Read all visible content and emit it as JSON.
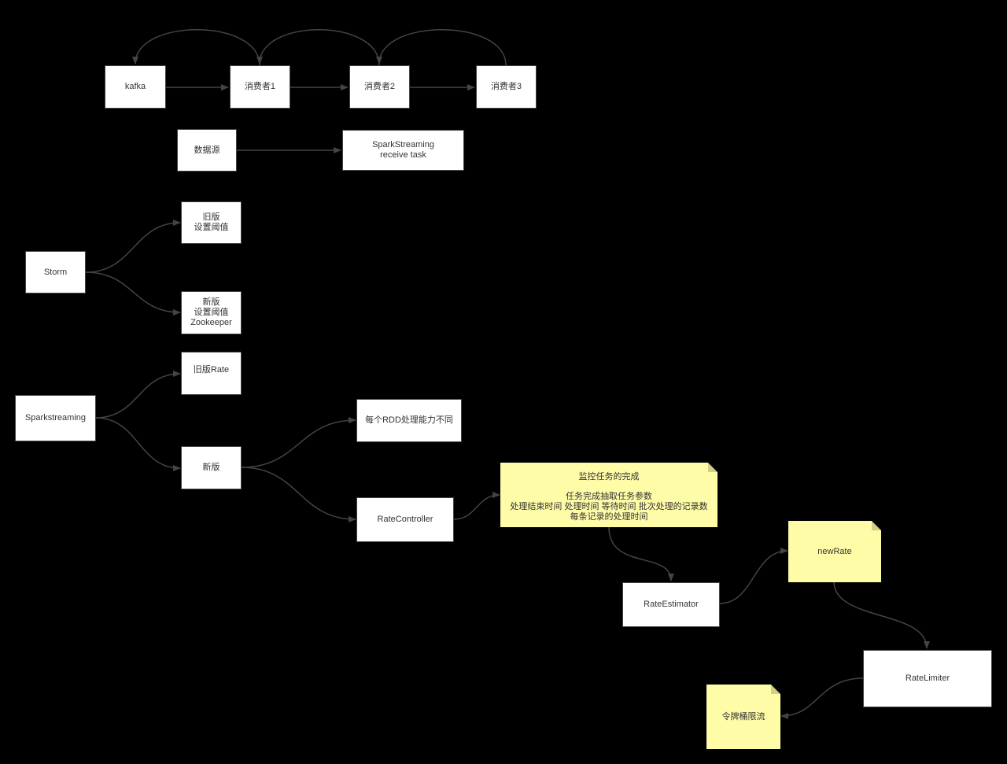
{
  "nodes": {
    "kafka": "kafka",
    "consumer1": "消费者1",
    "consumer2": "消费者2",
    "consumer3": "消费者3",
    "datasource": "数据源",
    "spark_receive": {
      "line1": "SparkStreaming",
      "line2": "receive task"
    },
    "storm": "Storm",
    "storm_old": {
      "line1": "旧版",
      "line2": "设置阈值"
    },
    "storm_new": {
      "line1": "新版",
      "line2": "设置阈值",
      "line3": "Zookeeper"
    },
    "sparkstreaming": "Sparkstreaming",
    "spark_old": "旧版Rate",
    "spark_new": "新版",
    "rdd_capacity": "每个RDD处理能力不同",
    "rate_controller": "RateController",
    "monitor_note": {
      "title": "监控任务的完成",
      "line1": "任务完成抽取任务参数",
      "line2": "处理结束时间  处理时间   等待时间 批次处理的记录数",
      "line3": "每条记录的处理时间"
    },
    "rate_estimator": "RateEstimator",
    "new_rate": "newRate",
    "rate_limiter": "RateLimiter",
    "token_bucket": "令牌桶限流"
  },
  "colors": {
    "background": "#000000",
    "box_fill": "#ffffff",
    "note_fill": "#fffca8",
    "edge": "#444444",
    "text": "#333333"
  }
}
